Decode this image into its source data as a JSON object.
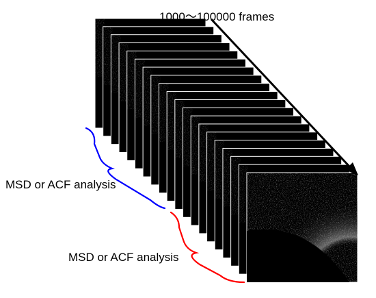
{
  "frames_label": "1000～100000 frames",
  "blue_annotation": {
    "label": "MSD or ACF analysis",
    "color": "#0000ff"
  },
  "red_annotation": {
    "label": "MSD or ACF analysis",
    "color": "#ff0000"
  },
  "image_stack": {
    "visible_frames": 20,
    "frame_border_color": "#ffffff",
    "background_color": "#000000"
  },
  "arrow_color": "#000000"
}
